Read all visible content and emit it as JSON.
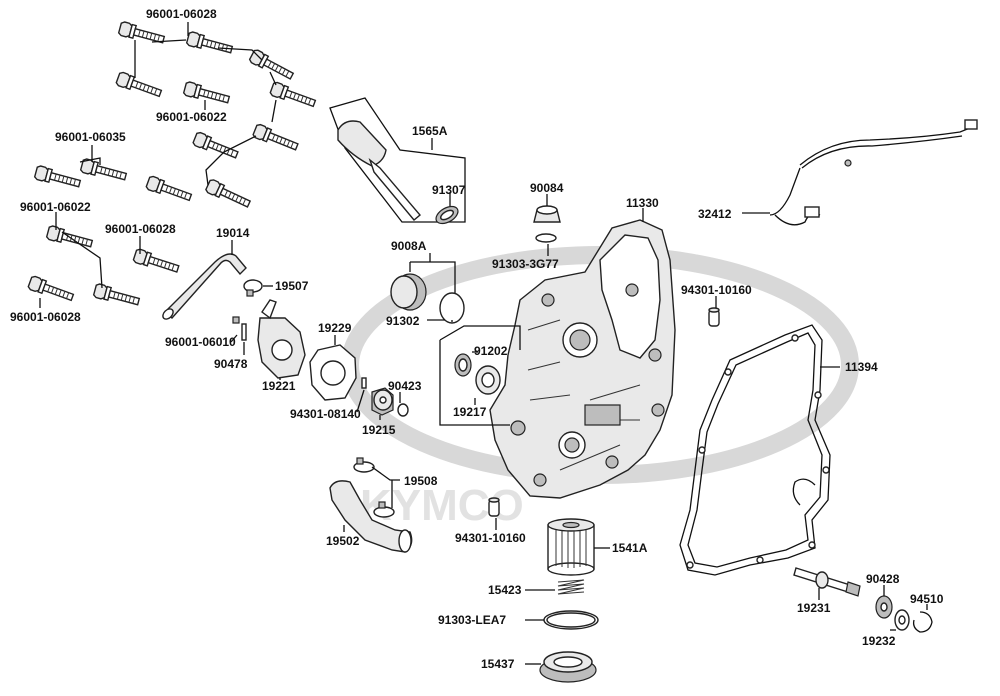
{
  "watermark": "KYMCO",
  "callouts": [
    {
      "id": "96001-06028",
      "part": "bolt"
    },
    {
      "id": "96001-06022",
      "part": "bolt"
    },
    {
      "id": "96001-06035",
      "part": "bolt"
    },
    {
      "id": "96001-06022",
      "part": "bolt"
    },
    {
      "id": "96001-06028",
      "part": "bolt"
    },
    {
      "id": "96001-06028",
      "part": "bolt"
    },
    {
      "id": "1565A",
      "part": "oil-dipstick"
    },
    {
      "id": "91307",
      "part": "o-ring"
    },
    {
      "id": "90084",
      "part": "plug"
    },
    {
      "id": "11330",
      "part": "right-crankcase-cover"
    },
    {
      "id": "32412",
      "part": "wire-harness"
    },
    {
      "id": "9008A",
      "part": "cap-set"
    },
    {
      "id": "91303-3G77",
      "part": "o-ring"
    },
    {
      "id": "19014",
      "part": "water-hose"
    },
    {
      "id": "19507",
      "part": "hose-clamp"
    },
    {
      "id": "91302",
      "part": "o-ring"
    },
    {
      "id": "94301-10160",
      "part": "dowel-pin"
    },
    {
      "id": "96001-06010",
      "part": "bolt"
    },
    {
      "id": "19229",
      "part": "gasket"
    },
    {
      "id": "91202",
      "part": "oil-seal"
    },
    {
      "id": "11394",
      "part": "cover-gasket"
    },
    {
      "id": "90478",
      "part": "washer"
    },
    {
      "id": "19221",
      "part": "water-pump-cover"
    },
    {
      "id": "90423",
      "part": "washer"
    },
    {
      "id": "19217",
      "part": "bearing"
    },
    {
      "id": "94301-08140",
      "part": "dowel-pin"
    },
    {
      "id": "19215",
      "part": "impeller"
    },
    {
      "id": "19508",
      "part": "hose-clamp"
    },
    {
      "id": "19502",
      "part": "water-hose"
    },
    {
      "id": "94301-10160",
      "part": "dowel-pin"
    },
    {
      "id": "1541A",
      "part": "oil-filter"
    },
    {
      "id": "15423",
      "part": "spring"
    },
    {
      "id": "91303-LEA7",
      "part": "o-ring"
    },
    {
      "id": "15437",
      "part": "filter-cap"
    },
    {
      "id": "90428",
      "part": "washer"
    },
    {
      "id": "94510",
      "part": "circlip"
    },
    {
      "id": "19231",
      "part": "pump-shaft"
    },
    {
      "id": "19232",
      "part": "washer"
    }
  ]
}
